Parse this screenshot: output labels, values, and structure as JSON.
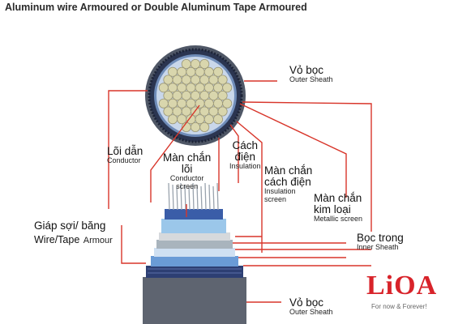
{
  "title": "Aluminum wire Armoured or Double  Aluminum Tape Armoured",
  "colors": {
    "leader": "#d8352a",
    "conductor": "#d9d6ad",
    "outer_sheath": "#5e6470",
    "armour": "#2d3f73",
    "inner_sheath": "#6a9bd6",
    "insulation": "#cfe0f2",
    "logo": "#d8232a"
  },
  "labels": {
    "outer_sheath_top": {
      "vi": "Vỏ bọc",
      "en": "Outer Sheath"
    },
    "conductor": {
      "vi": "Lõi dẫn",
      "en": "Conductor"
    },
    "conductor_screen": {
      "vi1": "Màn chắn",
      "vi2": "lõi",
      "en1": "Conductor",
      "en2": "screen"
    },
    "insulation": {
      "vi1": "Cách",
      "vi2": "điện",
      "en": "Insulation"
    },
    "insulation_screen": {
      "vi1": "Màn chắn",
      "vi2": "cách điện",
      "en1": "Insulation",
      "en2": "screen"
    },
    "metallic_screen": {
      "vi1": "Màn chắn",
      "vi2": "kim loại",
      "en": "Metallic screen"
    },
    "armour": {
      "vi": "Giáp sợi/ băng",
      "en1": "Wire/Tape",
      "en2": "Armour"
    },
    "inner_sheath": {
      "vi": "Bọc trong",
      "en": "Inner Sheath"
    },
    "outer_sheath_bottom": {
      "vi": "Vỏ bọc",
      "en": "Outer Sheath"
    }
  },
  "logo": {
    "text": "LiOA",
    "tagline": "For now & Forever!"
  }
}
